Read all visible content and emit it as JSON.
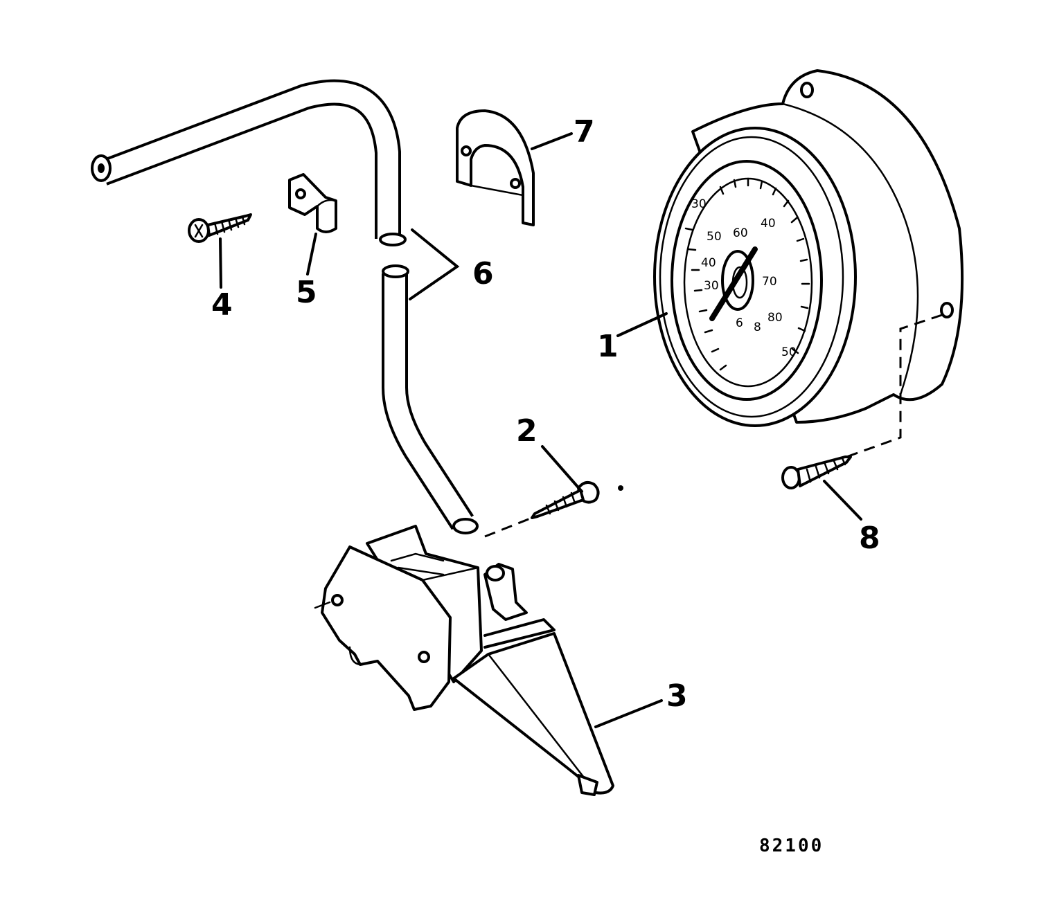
{
  "diagram": {
    "callouts": [
      {
        "id": "1",
        "label": "1"
      },
      {
        "id": "2",
        "label": "2"
      },
      {
        "id": "3",
        "label": "3"
      },
      {
        "id": "4",
        "label": "4"
      },
      {
        "id": "5",
        "label": "5"
      },
      {
        "id": "6",
        "label": "6"
      },
      {
        "id": "7",
        "label": "7"
      },
      {
        "id": "8",
        "label": "8"
      }
    ],
    "dial_numbers": [
      "30",
      "40",
      "50",
      "60",
      "40",
      "30",
      "70",
      "80",
      "50",
      "8",
      "6"
    ],
    "drawing_code": "82100"
  }
}
